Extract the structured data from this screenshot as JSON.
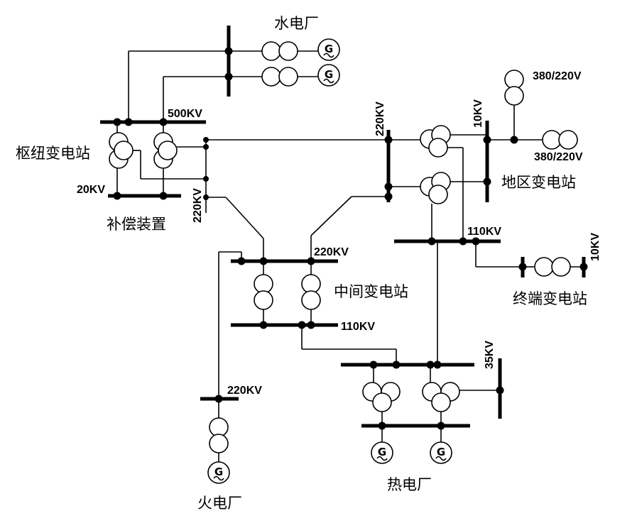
{
  "stations": {
    "hydro_plant": "水电厂",
    "hub_substation": "枢纽变电站",
    "compensation": "补偿装置",
    "regional_substation": "地区变电站",
    "intermediate_substation": "中间变电站",
    "terminal_substation": "终端变电站",
    "thermal_plant": "火电厂",
    "chp_plant": "热电厂"
  },
  "voltages": {
    "v500": "500KV",
    "v220": "220KV",
    "v20": "20KV",
    "v10": "10KV",
    "v110": "110KV",
    "v35": "35KV",
    "v380_220": "380/220V"
  },
  "symbols": {
    "generator_letter": "G"
  }
}
